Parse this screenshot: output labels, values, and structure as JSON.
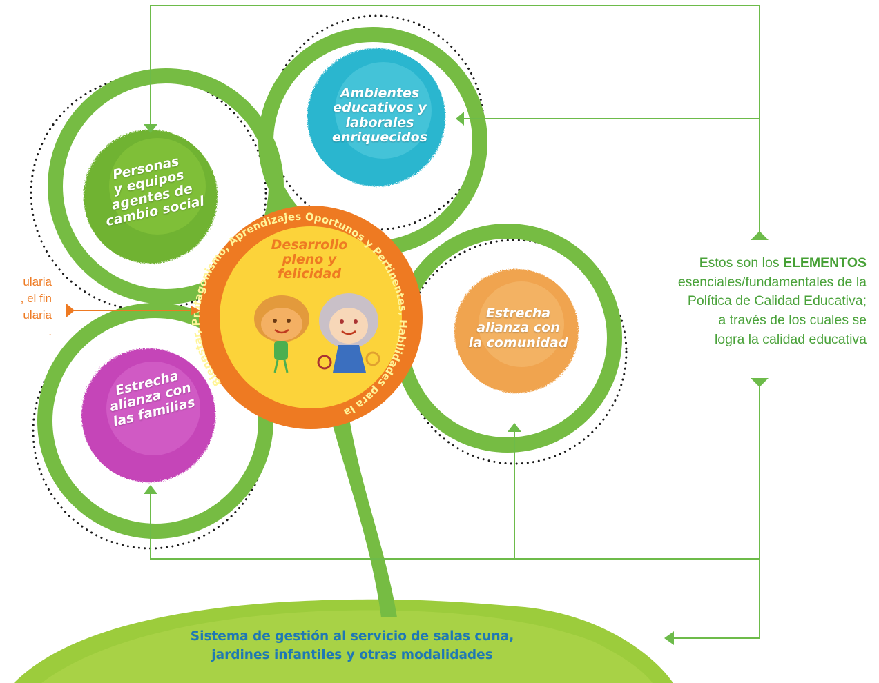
{
  "colors": {
    "green_ring": "#76bc43",
    "line_green": "#6dbb4a",
    "orange": "#ee7a22",
    "yellow_core": "#fcd33a",
    "ground_green": "#9ccc3c",
    "base_text_blue": "#1f78b4",
    "leaf_people": "#6fb330",
    "leaf_environments": "#2cb6cf",
    "leaf_community": "#f0a450",
    "leaf_families": "#c544b8"
  },
  "leaves": {
    "people": {
      "lines": [
        "Personas",
        "y equipos",
        "agentes de",
        "cambio social"
      ]
    },
    "environments": {
      "lines": [
        "Ambientes",
        "educativos y",
        "laborales",
        "enriquecidos"
      ]
    },
    "community": {
      "lines": [
        "Estrecha",
        "alianza con",
        "la comunidad"
      ]
    },
    "families": {
      "lines": [
        "Estrecha",
        "alianza con",
        "las familias"
      ]
    }
  },
  "core": {
    "title_lines": [
      "Desarrollo",
      "pleno y",
      "felicidad"
    ],
    "ring_text": "Bienestar, Protagonismo, Aprendizajes Oportunos y Pertinentes, Habilidades para la vida."
  },
  "left_note": {
    "lines": [
      "ularia",
      ", el fin",
      "ularia",
      "."
    ]
  },
  "right_note": {
    "prefix": "Estos son los",
    "highlight": "ELEMENTOS",
    "lines": [
      "esenciales/fundamentales de la",
      "Política de Calidad Educativa;",
      "a través de los cuales se",
      "logra la calidad educativa"
    ]
  },
  "base": {
    "lines": [
      "Sistema de gestión al servicio de salas cuna,",
      "jardines infantiles y otras modalidades"
    ]
  }
}
